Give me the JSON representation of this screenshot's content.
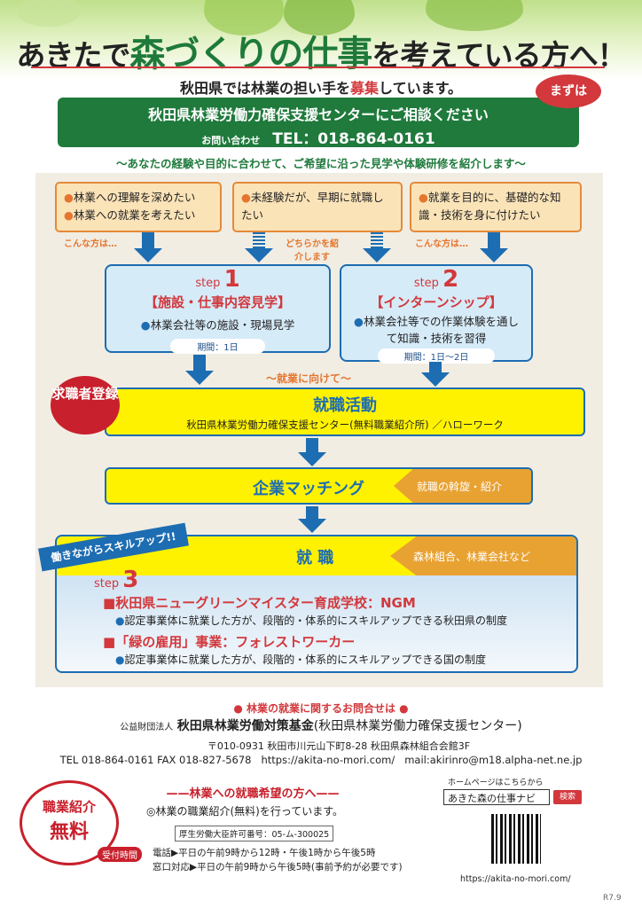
{
  "header": {
    "title_a": "あきたで",
    "title_b": "森づくりの仕事",
    "title_c": "を考えている方へ！",
    "subtitle_a": "秋田県では林業の担い手を",
    "subtitle_b": "募集",
    "subtitle_c": "しています。",
    "bubble": "まずは",
    "banner_line1": "秋田県林業労働力確保支援センターにご相談ください",
    "banner_contact_label": "お問い合わせ",
    "banner_tel": "TEL：018-864-0161",
    "tagline": "〜あなたの経験や目的に合わせて、ご希望に沿った見学や体験研修を紹介します〜"
  },
  "targets": [
    {
      "lines": [
        "林業への理解を深めたい",
        "林業への就業を考えたい"
      ]
    },
    {
      "lines": [
        "未経験だが、早期に就職したい"
      ]
    },
    {
      "lines": [
        "就業を目的に、基礎的な知識・技術を身に付けたい"
      ]
    }
  ],
  "flow": {
    "konna1": "こんな方は…",
    "dochira": "どちらかを紹介します",
    "konna2": "こんな方は…",
    "step_word": "step",
    "step1": {
      "num": "1",
      "heading": "【施設・仕事内容見学】",
      "desc": "林業会社等の施設・現場見学",
      "period": "期間：1日"
    },
    "step2": {
      "num": "2",
      "heading": "【インターンシップ】",
      "desc": "林業会社等での作業体験を通して知識・技術を習得",
      "period": "期間：1日〜2日"
    },
    "toward": "〜就業に向けて〜",
    "register": "求職者登録",
    "activity_title": "就職活動",
    "activity_desc": "秋田県林業労働力確保支援センター(無料職業紹介所) ／ハローワーク",
    "matching_title": "企業マッチング",
    "matching_tag": "就職の斡旋・紹介",
    "skillup": "働きながらスキルアップ!!",
    "job_title": "就 職",
    "job_tag": "森林組合、林業会社など",
    "step3": {
      "num": "3",
      "item1": "秋田県ニューグリーンマイスター育成学校：NGM",
      "item1_desc": "認定事業体に就業した方が、段階的・体系的にスキルアップできる秋田県の制度",
      "item2": "「緑の雇用」事業：フォレストワーカー",
      "item2_desc": "認定事業体に就業した方が、段階的・体系的にスキルアップできる国の制度"
    }
  },
  "footer": {
    "inquiry": "● 林業の就業に関するお問合せは ●",
    "org_prefix": "公益財団法人",
    "org_name": "秋田県林業労働対策基金",
    "org_sub": "(秋田県林業労働力確保支援センター)",
    "address": "〒010-0931 秋田市川元山下町8-28  秋田県森林組合会館3F",
    "tel": "TEL 018-864-0161",
    "fax": "FAX 018-827-5678",
    "url": "https://akita-no-mori.com/",
    "mail": "mail:akirinro@m18.alpha-net.ne.jp",
    "free_badge_1": "職業紹介",
    "free_badge_2": "無料",
    "wish": "——林業への就職希望の方へ——",
    "service": "◎林業の職業紹介(無料)を行っています。",
    "license": "厚生労働大臣許可番号：05-ム-300025",
    "hours_label": "受付時間",
    "hours_phone": "電話▶平日の午前9時から12時・午後1時から午後5時",
    "hours_window": "窓口対応▶平日の午前9時から午後5時(事前予約が必要です)",
    "hp_label": "ホームページはこちらから",
    "search_value": "あきた森の仕事ナビ",
    "search_button": "検索",
    "qr_url": "https://akita-no-mori.com/",
    "version": "R7.9"
  }
}
